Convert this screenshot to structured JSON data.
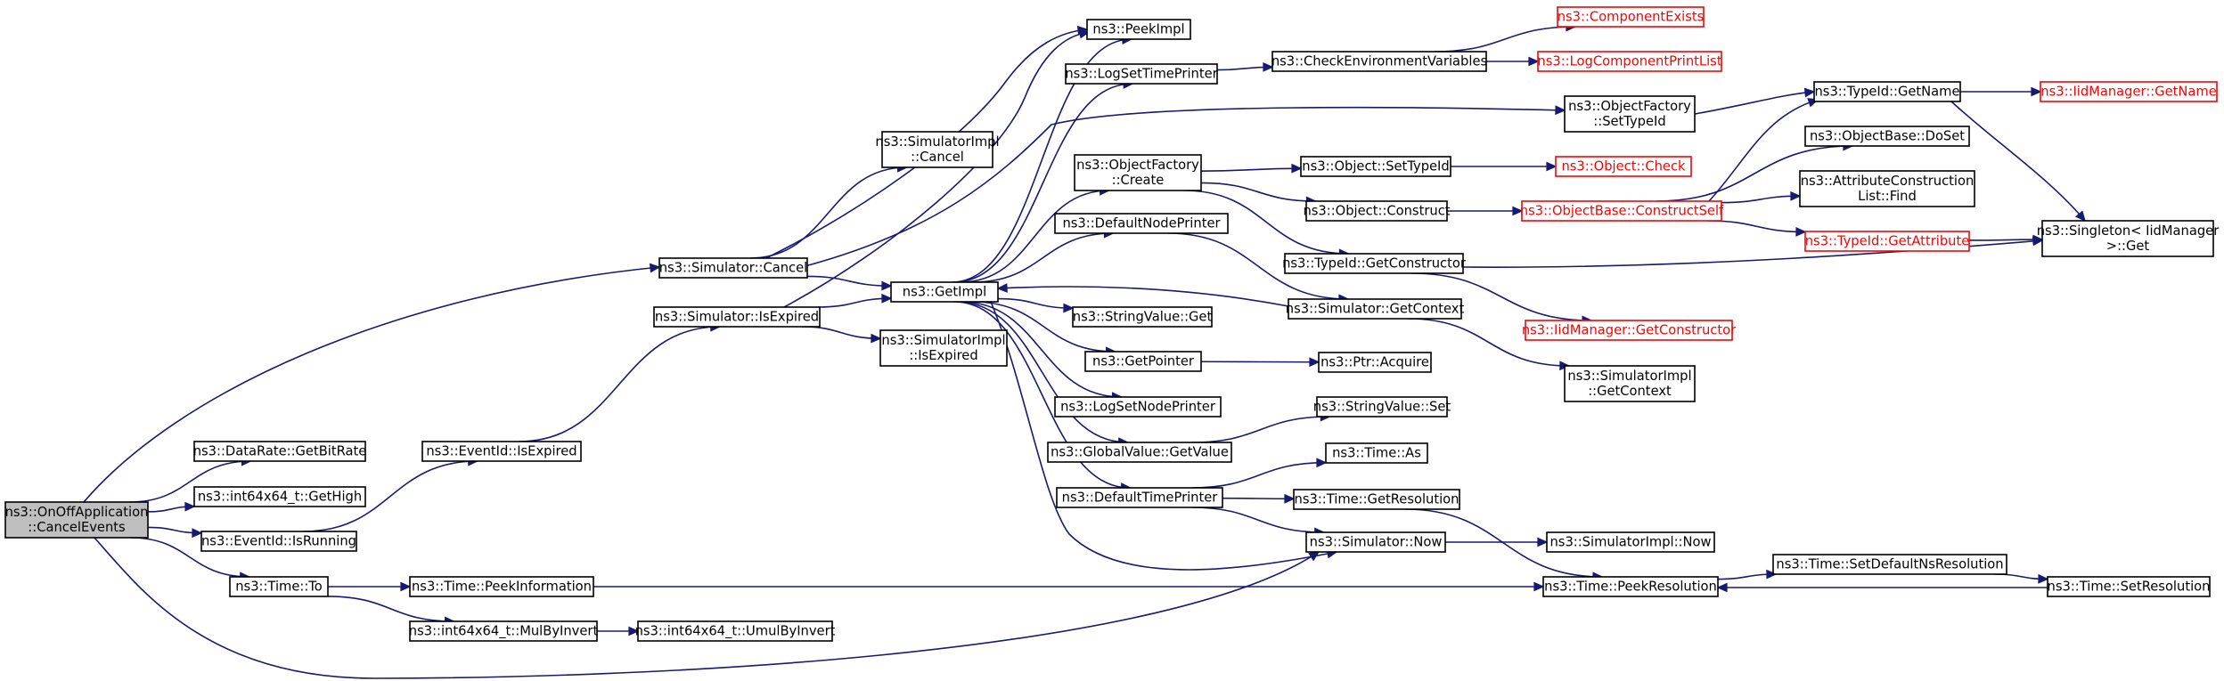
{
  "colors": {
    "edge": "#191970",
    "root_fill": "#bfbfbf",
    "truncated_border": "#ff0000",
    "node_border": "#000000",
    "background": "#ffffff"
  },
  "nodes": [
    {
      "id": "root",
      "lines": [
        "ns3::OnOffApplication",
        "::CancelEvents"
      ],
      "kind": "root"
    },
    {
      "id": "simCancel",
      "lines": [
        "ns3::Simulator::Cancel"
      ]
    },
    {
      "id": "dataRate",
      "lines": [
        "ns3::DataRate::GetBitRate"
      ]
    },
    {
      "id": "getHigh",
      "lines": [
        "ns3::int64x64_t::GetHigh"
      ]
    },
    {
      "id": "eidRunning",
      "lines": [
        "ns3::EventId::IsRunning"
      ]
    },
    {
      "id": "timeTo",
      "lines": [
        "ns3::Time::To"
      ]
    },
    {
      "id": "eidExpired",
      "lines": [
        "ns3::EventId::IsExpired"
      ]
    },
    {
      "id": "simIsExpired",
      "lines": [
        "ns3::Simulator::IsExpired"
      ]
    },
    {
      "id": "simImplCancel",
      "lines": [
        "ns3::SimulatorImpl",
        "::Cancel"
      ]
    },
    {
      "id": "getImpl",
      "lines": [
        "ns3::GetImpl"
      ]
    },
    {
      "id": "simImplIsExpired",
      "lines": [
        "ns3::SimulatorImpl",
        "::IsExpired"
      ]
    },
    {
      "id": "peekImpl",
      "lines": [
        "ns3::PeekImpl"
      ]
    },
    {
      "id": "logSetTime",
      "lines": [
        "ns3::LogSetTimePrinter"
      ]
    },
    {
      "id": "ofCreate",
      "lines": [
        "ns3::ObjectFactory",
        "::Create"
      ]
    },
    {
      "id": "defNodePrinter",
      "lines": [
        "ns3::DefaultNodePrinter"
      ]
    },
    {
      "id": "strValGet",
      "lines": [
        "ns3::StringValue::Get"
      ]
    },
    {
      "id": "getPointer",
      "lines": [
        "ns3::GetPointer"
      ]
    },
    {
      "id": "logSetNode",
      "lines": [
        "ns3::LogSetNodePrinter"
      ]
    },
    {
      "id": "gvGetValue",
      "lines": [
        "ns3::GlobalValue::GetValue"
      ]
    },
    {
      "id": "defTimePrinter",
      "lines": [
        "ns3::DefaultTimePrinter"
      ]
    },
    {
      "id": "timePeekInfo",
      "lines": [
        "ns3::Time::PeekInformation"
      ]
    },
    {
      "id": "mulByInvert",
      "lines": [
        "ns3::int64x64_t::MulByInvert"
      ]
    },
    {
      "id": "umulByInvert",
      "lines": [
        "ns3::int64x64_t::UmulByInvert"
      ]
    },
    {
      "id": "checkEnv",
      "lines": [
        "ns3::CheckEnvironmentVariables"
      ]
    },
    {
      "id": "compExists",
      "lines": [
        "ns3::ComponentExists"
      ],
      "kind": "trunc"
    },
    {
      "id": "logCompPrint",
      "lines": [
        "ns3::LogComponentPrintList"
      ],
      "kind": "trunc"
    },
    {
      "id": "ofSetTypeId",
      "lines": [
        "ns3::ObjectFactory",
        "::SetTypeId"
      ]
    },
    {
      "id": "objSetTypeId",
      "lines": [
        "ns3::Object::SetTypeId"
      ]
    },
    {
      "id": "objConstruct",
      "lines": [
        "ns3::Object::Construct"
      ]
    },
    {
      "id": "tidGetCtor",
      "lines": [
        "ns3::TypeId::GetConstructor"
      ]
    },
    {
      "id": "simGetContext",
      "lines": [
        "ns3::Simulator::GetContext"
      ]
    },
    {
      "id": "ptrAcquire",
      "lines": [
        "ns3::Ptr::Acquire"
      ]
    },
    {
      "id": "strValSet",
      "lines": [
        "ns3::StringValue::Set"
      ]
    },
    {
      "id": "timeAs",
      "lines": [
        "ns3::Time::As"
      ]
    },
    {
      "id": "timeGetRes",
      "lines": [
        "ns3::Time::GetResolution"
      ]
    },
    {
      "id": "simNow",
      "lines": [
        "ns3::Simulator::Now"
      ]
    },
    {
      "id": "objCheck",
      "lines": [
        "ns3::Object::Check"
      ],
      "kind": "trunc"
    },
    {
      "id": "obConstructSelf",
      "lines": [
        "ns3::ObjectBase::ConstructSelf"
      ],
      "kind": "trunc"
    },
    {
      "id": "iidGetCtor",
      "lines": [
        "ns3::IidManager::GetConstructor"
      ],
      "kind": "trunc"
    },
    {
      "id": "simImplGetContext",
      "lines": [
        "ns3::SimulatorImpl",
        "::GetContext"
      ]
    },
    {
      "id": "simImplNow",
      "lines": [
        "ns3::SimulatorImpl::Now"
      ]
    },
    {
      "id": "timePeekRes",
      "lines": [
        "ns3::Time::PeekResolution"
      ]
    },
    {
      "id": "tidGetName",
      "lines": [
        "ns3::TypeId::GetName"
      ]
    },
    {
      "id": "obDoSet",
      "lines": [
        "ns3::ObjectBase::DoSet"
      ]
    },
    {
      "id": "attrConsFind",
      "lines": [
        "ns3::AttributeConstruction",
        "List::Find"
      ]
    },
    {
      "id": "tidGetAttr",
      "lines": [
        "ns3::TypeId::GetAttribute"
      ],
      "kind": "trunc"
    },
    {
      "id": "timeSetDefNs",
      "lines": [
        "ns3::Time::SetDefaultNsResolution"
      ]
    },
    {
      "id": "iidGetName",
      "lines": [
        "ns3::IidManager::GetName"
      ],
      "kind": "trunc"
    },
    {
      "id": "singletonGet",
      "lines": [
        "ns3::Singleton< IidManager",
        " >::Get"
      ]
    },
    {
      "id": "timeSetRes",
      "lines": [
        "ns3::Time::SetResolution"
      ]
    }
  ],
  "edges": [
    [
      "root",
      "simCancel"
    ],
    [
      "root",
      "dataRate"
    ],
    [
      "root",
      "getHigh"
    ],
    [
      "root",
      "eidRunning"
    ],
    [
      "root",
      "timeTo"
    ],
    [
      "root",
      "simNow"
    ],
    [
      "simCancel",
      "simImplCancel"
    ],
    [
      "simCancel",
      "getImpl"
    ],
    [
      "simCancel",
      "ofSetTypeId"
    ],
    [
      "simCancel",
      "peekImpl"
    ],
    [
      "eidRunning",
      "eidExpired"
    ],
    [
      "eidExpired",
      "simIsExpired"
    ],
    [
      "simIsExpired",
      "getImpl"
    ],
    [
      "simIsExpired",
      "simImplIsExpired"
    ],
    [
      "simIsExpired",
      "peekImpl"
    ],
    [
      "timeTo",
      "timePeekInfo"
    ],
    [
      "timeTo",
      "mulByInvert"
    ],
    [
      "mulByInvert",
      "umulByInvert"
    ],
    [
      "timePeekInfo",
      "timePeekRes"
    ],
    [
      "getImpl",
      "peekImpl"
    ],
    [
      "getImpl",
      "logSetTime"
    ],
    [
      "getImpl",
      "ofCreate"
    ],
    [
      "getImpl",
      "defNodePrinter"
    ],
    [
      "getImpl",
      "strValGet"
    ],
    [
      "getImpl",
      "getPointer"
    ],
    [
      "getImpl",
      "logSetNode"
    ],
    [
      "getImpl",
      "gvGetValue"
    ],
    [
      "getImpl",
      "defTimePrinter"
    ],
    [
      "getImpl",
      "simNow"
    ],
    [
      "logSetTime",
      "checkEnv"
    ],
    [
      "checkEnv",
      "compExists"
    ],
    [
      "checkEnv",
      "logCompPrint"
    ],
    [
      "ofCreate",
      "objSetTypeId"
    ],
    [
      "ofCreate",
      "objConstruct"
    ],
    [
      "ofCreate",
      "tidGetCtor"
    ],
    [
      "defNodePrinter",
      "simGetContext"
    ],
    [
      "getPointer",
      "ptrAcquire"
    ],
    [
      "gvGetValue",
      "strValSet"
    ],
    [
      "defTimePrinter",
      "timeAs"
    ],
    [
      "defTimePrinter",
      "timeGetRes"
    ],
    [
      "defTimePrinter",
      "simNow"
    ],
    [
      "simGetContext",
      "getImpl"
    ],
    [
      "simGetContext",
      "simImplGetContext"
    ],
    [
      "simNow",
      "simImplNow"
    ],
    [
      "timeGetRes",
      "timePeekRes"
    ],
    [
      "objSetTypeId",
      "objCheck"
    ],
    [
      "objConstruct",
      "obConstructSelf"
    ],
    [
      "tidGetCtor",
      "iidGetCtor"
    ],
    [
      "tidGetCtor",
      "singletonGet"
    ],
    [
      "ofSetTypeId",
      "tidGetName"
    ],
    [
      "obConstructSelf",
      "tidGetName"
    ],
    [
      "obConstructSelf",
      "obDoSet"
    ],
    [
      "obConstructSelf",
      "attrConsFind"
    ],
    [
      "obConstructSelf",
      "tidGetAttr"
    ],
    [
      "tidGetName",
      "iidGetName"
    ],
    [
      "tidGetName",
      "singletonGet"
    ],
    [
      "tidGetAttr",
      "singletonGet"
    ],
    [
      "timePeekRes",
      "timeSetDefNs"
    ],
    [
      "timeSetDefNs",
      "timeSetRes"
    ],
    [
      "timeSetRes",
      "timePeekRes"
    ]
  ]
}
